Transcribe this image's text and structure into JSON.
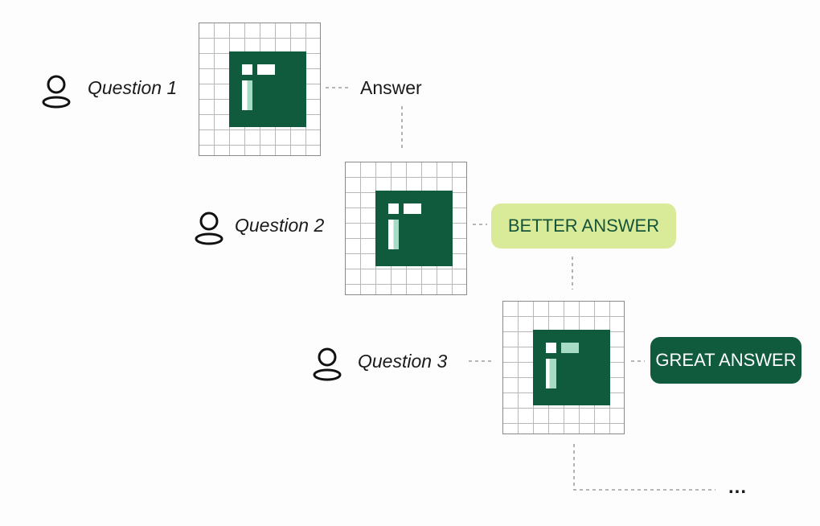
{
  "steps": [
    {
      "question": "Question 1",
      "answer": "Answer"
    },
    {
      "question": "Question 2",
      "answer": "BETTER ANSWER"
    },
    {
      "question": "Question 3",
      "answer": "GREAT ANSWER"
    }
  ],
  "continuation": "...",
  "colors": {
    "chip": "#105a3e",
    "better_badge": "#d9eb99",
    "great_badge": "#105a3e",
    "connector": "#8a8a8a"
  }
}
